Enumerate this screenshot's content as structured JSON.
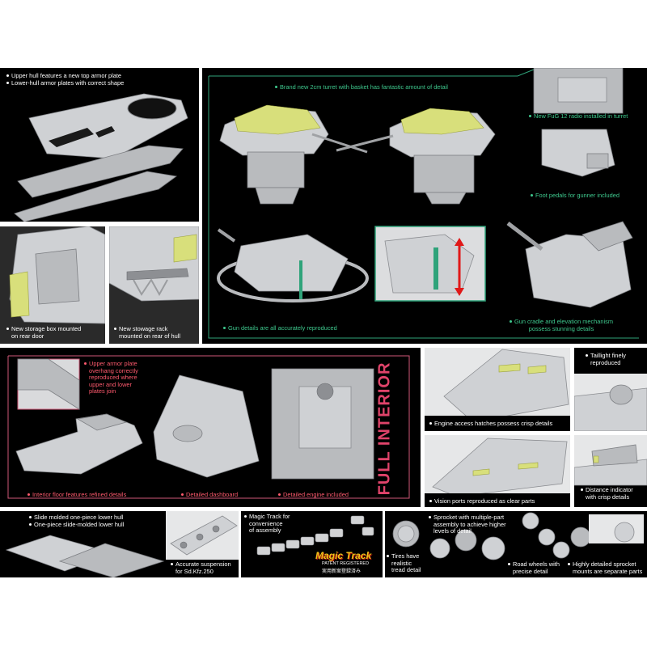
{
  "colors": {
    "panel_bg": "#000000",
    "caption_white": "#ffffff",
    "caption_green": "#3ec98e",
    "caption_pink": "#ff5a6e",
    "turret_frame": "#2fa37a",
    "interior_frame": "#d05878",
    "full_interior_text": "#e0436a",
    "photo_etch": "#d8df7b"
  },
  "hull_panel": {
    "captions": [
      "Upper hull features a new top armor plate",
      "Lower-hull armor plates with correct shape"
    ]
  },
  "rear_door_panel": {
    "caption": [
      "New storage box mounted",
      "on rear door"
    ]
  },
  "stowage_panel": {
    "caption": [
      "New stowage rack",
      "mounted on rear of hull"
    ]
  },
  "turret_panel": {
    "caption_turret": "Brand new 2cm turret with basket has fantastic amount of detail",
    "caption_radio": "New FuG 12 radio installed in turret",
    "caption_pedals": "Foot pedals for gunner included",
    "caption_gun": "Gun details are all accurately reproduced",
    "caption_cradle": [
      "Gun cradle and elevation mechanism",
      "possess stunning details"
    ]
  },
  "interior_panel": {
    "caption_overhang": [
      "Upper armor plate",
      "overhang correctly",
      "reproduced where",
      "upper and lower",
      "plates join"
    ],
    "caption_floor": "Interior floor features refined details",
    "caption_dashboard": "Detailed dashboard",
    "caption_engine": "Detailed engine included",
    "title": "FULL INTERIOR"
  },
  "engine_panel": {
    "caption": "Engine access hatches possess crisp details"
  },
  "taillight_panel": {
    "caption": [
      "Taillight finely",
      "reproduced"
    ]
  },
  "vision_panel": {
    "caption": "Vision ports reproduced as clear parts"
  },
  "distance_panel": {
    "caption": [
      "Distance indicator",
      "with crisp details"
    ]
  },
  "lower_hull_panel": {
    "captions": [
      "Slide molded one-piece lower hull",
      "One-piece slide-molded lower hull"
    ]
  },
  "suspension_panel": {
    "caption": [
      "Accurate suspension",
      "for Sd.Kfz.250"
    ]
  },
  "track_panel": {
    "caption": [
      "Magic Track for",
      "convenience",
      "of assembly"
    ],
    "logo_text": "Magic Track",
    "patent_text": "PATENT REGISTERED",
    "patent_jp": "実用新案登録済み"
  },
  "wheels_panel": {
    "caption_sprocket": [
      "Sprocket with multiple-part",
      "assembly to achieve higher",
      "levels of detail"
    ],
    "caption_tires": [
      "Tires have",
      "realistic",
      "tread detail"
    ],
    "caption_road": [
      "Road wheels with",
      "precise detail"
    ],
    "caption_mounts": [
      "Highly detailed sprocket",
      "mounts are separate parts"
    ]
  },
  "icons": [
    "bullet-icon"
  ]
}
